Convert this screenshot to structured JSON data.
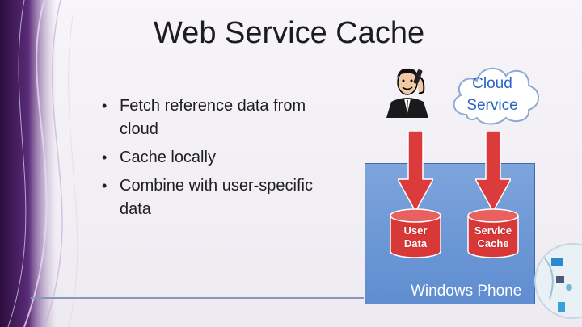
{
  "slide": {
    "title": "Web Service Cache",
    "bullets": [
      {
        "text": "Fetch reference data from cloud"
      },
      {
        "text": "Cache locally"
      },
      {
        "text": "Combine with user-specific data"
      }
    ]
  },
  "diagram": {
    "cloud": {
      "line1": "Cloud",
      "line2": "Service"
    },
    "user_db": {
      "line1": "User",
      "line2": "Data"
    },
    "cache_db": {
      "line1": "Service",
      "line2": "Cache"
    },
    "container_label": "Windows Phone"
  },
  "colors": {
    "container_blue": "#6b96d6",
    "arrow_red": "#d93a3a",
    "cloud_text": "#2a63c4"
  },
  "icons": [
    "businessman-phone-icon",
    "cloud-icon",
    "database-icon",
    "arrow-down-icon"
  ]
}
